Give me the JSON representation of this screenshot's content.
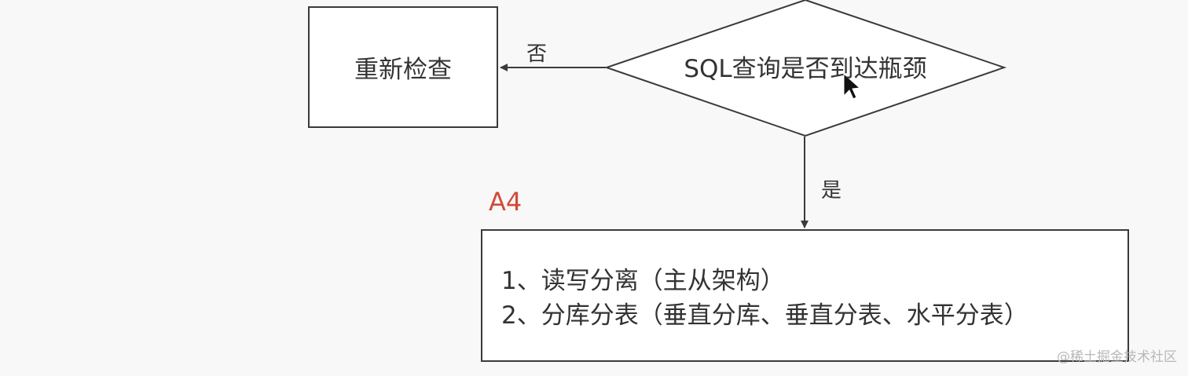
{
  "diagram": {
    "recheck_box": "重新检查",
    "decision": "SQL查询是否到达瓶颈",
    "edge_no": "否",
    "edge_yes": "是",
    "step_tag": "A4",
    "solutions": [
      "1、读写分离（主从架构）",
      "2、分库分表（垂直分库、垂直分表、水平分表）"
    ]
  },
  "watermark": "@稀土掘金技术社区",
  "colors": {
    "stroke": "#3a3a3a",
    "text": "#333333",
    "tag": "#d24a3a",
    "background": "#f8f8f8"
  }
}
